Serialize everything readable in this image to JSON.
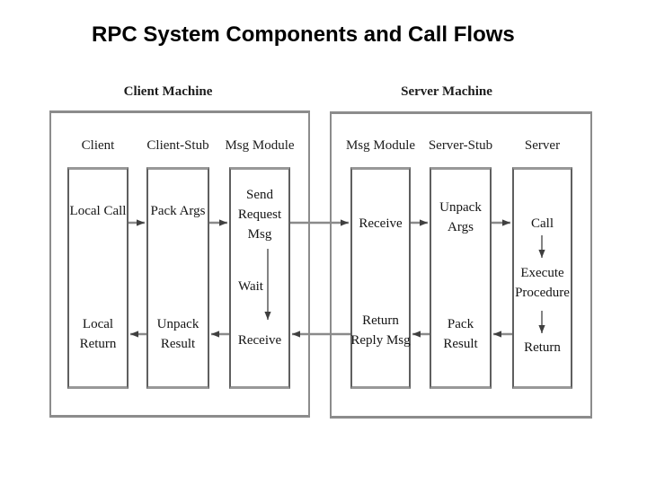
{
  "title": "RPC System Components and Call Flows",
  "machines": [
    {
      "label": "Client Machine",
      "columns": [
        {
          "header": "Client",
          "steps": [
            "Local Call",
            "Local Return"
          ]
        },
        {
          "header": "Client-Stub",
          "steps": [
            "Pack Args",
            "Unpack Result"
          ]
        },
        {
          "header": "Msg Module",
          "steps": [
            "Send Request Msg",
            "Wait",
            "Receive"
          ]
        }
      ]
    },
    {
      "label": "Server Machine",
      "columns": [
        {
          "header": "Msg Module",
          "steps": [
            "Receive",
            "Return Reply Msg"
          ]
        },
        {
          "header": "Server-Stub",
          "steps": [
            "Unpack Args",
            "Pack Result"
          ]
        },
        {
          "header": "Server",
          "steps": [
            "Call",
            "Execute Procedure",
            "Return"
          ]
        }
      ]
    }
  ],
  "colors": {
    "machine_border": "#8c8c8c",
    "node_border": "#5f5f5f",
    "node_border_top": "#989898",
    "arrow_line": "#8a8a8a",
    "arrow_head": "#3f3f3f",
    "text": "#141414"
  }
}
